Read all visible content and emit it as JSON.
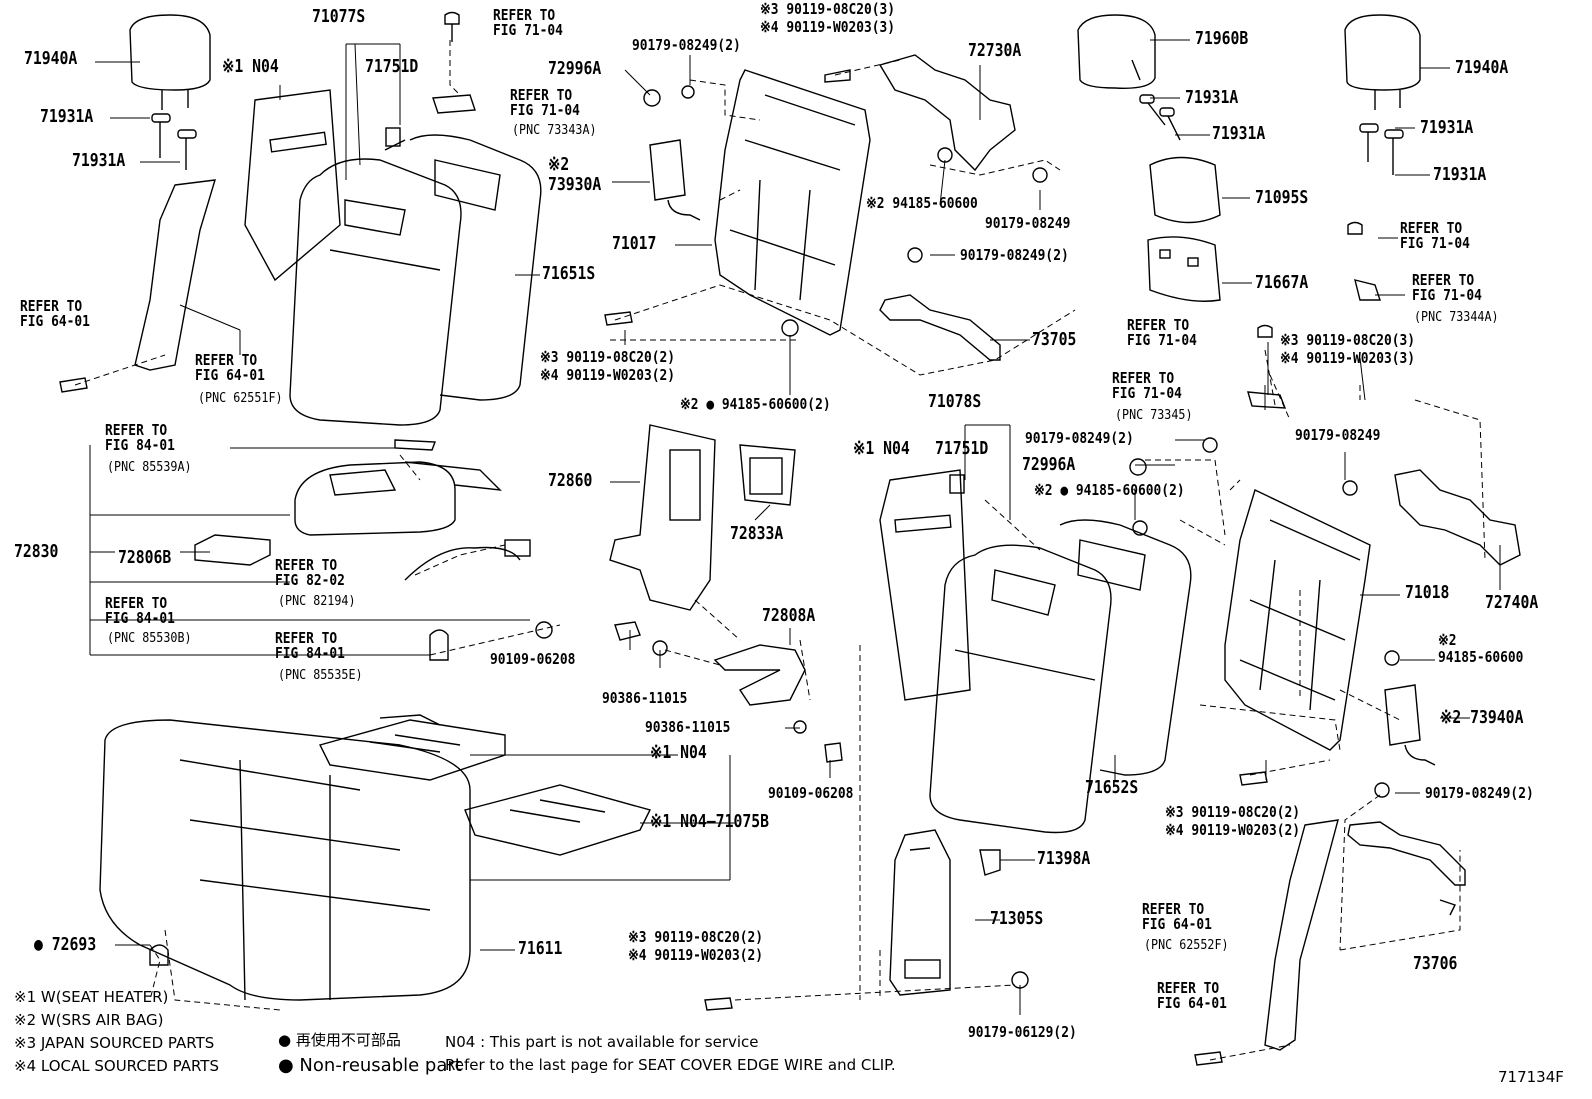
{
  "labels": {
    "p71940A_l": "71940A",
    "p71931A_l1": "71931A",
    "p71931A_l2": "71931A",
    "p71077S": "71077S",
    "n04_l": "※1 N04",
    "p71751D_l": "71751D",
    "ref7104_a": "REFER TO\nFIG 71-04",
    "ref7104_b": "REFER TO\nFIG 71-04",
    "pnc73343A": "(PNC 73343A)",
    "b90179_08249_2_a": "90179-08249(2)",
    "p72996A_a": "72996A",
    "b3_90119_08C20_3_top": "※3 90119-08C20(3)",
    "b4_90119_W0203_3_top": "※4 90119-W0203(3)",
    "p72730A": "72730A",
    "p73930A": "※2\n73930A",
    "p71017": "71017",
    "p71651S": "71651S",
    "b2_94185_a": "※2 94185-60600",
    "b90179_08249_a": "90179-08249",
    "b90179_08249_2_b": "90179-08249(2)",
    "p73705": "73705",
    "ref6401_a": "REFER TO\nFIG 64-01",
    "ref6401_b": "REFER TO\nFIG 64-01",
    "pnc62551F": "(PNC 62551F)",
    "b3_90119_08C20_2_a": "※3 90119-08C20(2)",
    "b4_90119_W0203_2_a": "※4 90119-W0203(2)",
    "b2_94185_60600_2_a": "※2 ● 94185-60600(2)",
    "p71960B": "71960B",
    "p71931A_r1": "71931A",
    "p71931A_r2": "71931A",
    "p71940A_r": "71940A",
    "p71931A_rr1": "71931A",
    "p71931A_rr2": "71931A",
    "p71095S": "71095S",
    "p71667A": "71667A",
    "ref7104_c": "REFER TO\nFIG 71-04",
    "ref7104_d": "REFER TO\nFIG 71-04",
    "pnc73344A": "(PNC 73344A)",
    "ref7104_e": "REFER TO\nFIG 71-04",
    "b3_90119_08C20_3_r": "※3 90119-08C20(3)",
    "b4_90119_W0203_3_r": "※4 90119-W0203(3)",
    "ref7104_f": "REFER TO\nFIG 71-04",
    "pnc73345": "(PNC 73345)",
    "p71078S": "71078S",
    "n04_r": "※1 N04",
    "p71751D_r": "71751D",
    "b90179_08249_2_c": "90179-08249(2)",
    "p72996A_b": "72996A",
    "b2_94185_60600_2_b": "※2 ● 94185-60600(2)",
    "b90179_08249_b": "90179-08249",
    "p71018": "71018",
    "p72740A": "72740A",
    "b2_94185_r": "※2\n94185-60600",
    "p73940A": "※2 73940A",
    "b90179_08249_2_d": "90179-08249(2)",
    "b3_90119_08C20_2_r": "※3 90119-08C20(2)",
    "b4_90119_W0203_2_r": "※4 90119-W0203(2)",
    "p71652S": "71652S",
    "ref8401_a": "REFER TO\nFIG 84-01",
    "pnc85539A": "(PNC 85539A)",
    "p72830": "72830",
    "p72806B": "72806B",
    "ref8202": "REFER TO\nFIG 82-02",
    "pnc82194": "(PNC 82194)",
    "ref8401_b": "REFER TO\nFIG 84-01",
    "pnc85530B": "(PNC 85530B)",
    "ref8401_c": "REFER TO\nFIG 84-01",
    "pnc85535E": "(PNC 85535E)",
    "p72860": "72860",
    "p72833A": "72833A",
    "b90109_06208_a": "90109-06208",
    "b90386_11015_a": "90386-11015",
    "p72808A": "72808A",
    "b90386_11015_b": "90386-11015",
    "b90109_06208_b": "90109-06208",
    "n04_seat1": "※1 N04",
    "n04_seat2": "※1 N04—71075B",
    "p71398A": "71398A",
    "p71305S": "71305S",
    "b3_90119_08C20_2_b": "※3 90119-08C20(2)",
    "b4_90119_W0203_2_b": "※4 90119-W0203(2)",
    "b90179_06129_2": "90179-06129(2)",
    "p72693": "● 72693",
    "p71611": "71611",
    "ref6401_c": "REFER TO\nFIG 64-01",
    "pnc62552F": "(PNC 62552F)",
    "ref6401_d": "REFER TO\nFIG 64-01",
    "p73706": "73706",
    "fig_id": "717134F"
  },
  "legend": {
    "note1": "※1 W(SEAT HEATER)",
    "note2": "※2 W(SRS AIR BAG)",
    "note3": "※3 JAPAN SOURCED PARTS",
    "note4": "※4 LOCAL SOURCED PARTS",
    "jp": "● 再使用不可部品",
    "nonreuse": "● Non-reusable part",
    "n04note": "N04 : This part is not available for service",
    "refer": "Refer to the last page for SEAT COVER EDGE WIRE and CLIP."
  }
}
